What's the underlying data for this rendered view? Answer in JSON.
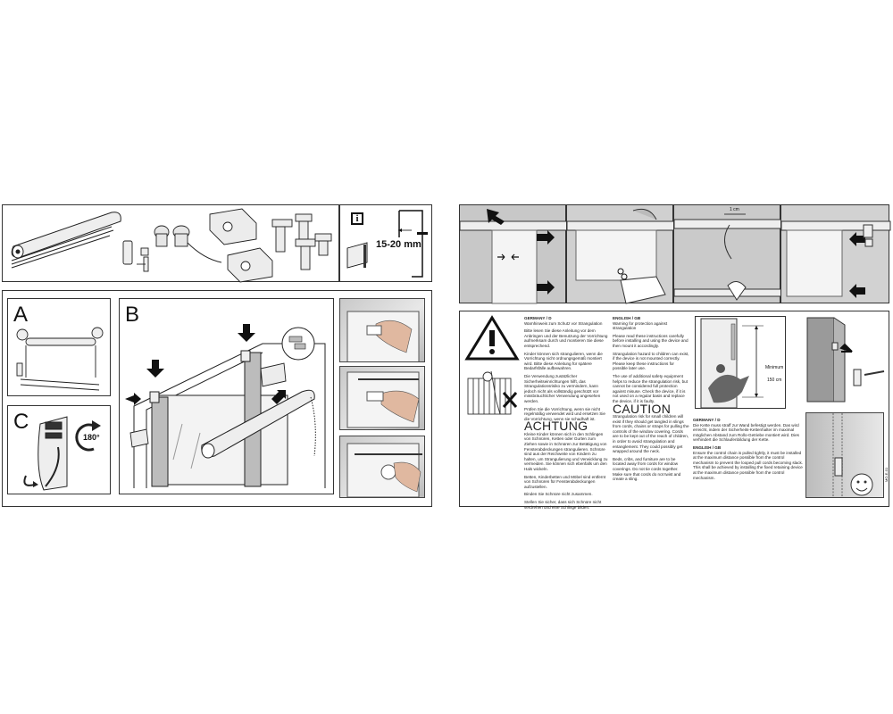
{
  "info_box": {
    "icon": "info-icon",
    "measure": "15-20 mm"
  },
  "panels": {
    "a": "A",
    "b": "B",
    "c": "C"
  },
  "rotation": "180°",
  "strip_label": "1 cm",
  "minimum": {
    "label": "Minimum",
    "value": "150 cm"
  },
  "german": {
    "header": "GERMANY / D",
    "subheader": "Warnhinweis zum Schutz vor Strangulation",
    "paragraphs": [
      "Bitte lesen Sie diese Anleitung vor dem Anbringen und der Benutzung der Vorrichtung aufmerksam durch und montieren Sie diese entsprechend.",
      "Kinder können sich strangulieren, wenn die Vorrichtung nicht ordnungsgemäß montiert wird. Bitte diese Anleitung für spätere Bedarfsfälle aufbewahren.",
      "Die Verwendung zusätzlicher Sicherheitseinrichtungen hilft, das Strangulationsrisiko zu vermindern, kann jedoch nicht als vollständig geschützt vor missbräuchlicher Verwendung angesehen werden.",
      "Prüfen Sie die Vorrichtung, wenn sie nicht regelmäßig verwendet wird und ersetzen Sie die Vorrichtung, wenn sie schadhaft ist."
    ],
    "title": "ACHTUNG",
    "body": [
      "Kleine Kinder können sich in den Schlingen von Schnüren, Ketten oder Gurten zum Ziehen sowie in Schnüren zur Betätigung von Fensterabdeckungen strangulieren. Schnüre sind aus der Reichweite von Kindern zu halten, um Strangulierung und Verwicklung zu vermeiden. Sie können sich ebenfalls um den Hals wickeln.",
      "Betten, Kinderbetten und Möbel sind entfernt von Schnüren für Fensterabdeckungen aufzustellen.",
      "Binden Sie Schnüre nicht zusammen.",
      "Stellen Sie sicher, dass sich Schnüre nicht verdrehen und eine Schlinge bilden."
    ]
  },
  "english": {
    "header": "ENGLISH / GB",
    "subheader": "Warning for protection against strangulation",
    "paragraphs": [
      "Please read these instructions carefully before installing and using the device and then mount it accordingly.",
      "Strangulation hazard to children can exist, if the device is not mounted correctly. Please keep these instructions for possible later use.",
      "The use of additional safety equipment helps to reduce the strangulation risk, but cannot be considered full protection against misuse. Check the device, if it is not used on a regular basis and replace the device, if it is faulty."
    ],
    "title": "CAUTION",
    "body": [
      "Strangulation risk for small children will exist if they should get tangled in slings from cords, chains or straps for pulling the controls of the window covering. Cords are to be kept out of the reach of children, in order to avoid strangulation and entanglement. They could possibly get wrapped around the neck.",
      "Beds, cribs, and furniture are to be located away from cords for window coverings. Do not tie cords together. Make sure that cords do not twist and create a sling."
    ]
  },
  "chain_de": {
    "header": "GERMANY / D",
    "text": "Die Kette muss straff zur Wand befestigt werden. Das wird erreicht, indem der Sicherheits-Kettenhalter im maximal möglichen Abstand zum Rollo-Getriebe montiert wird. Dies verhindert die Schlaufenbildung der Kette."
  },
  "chain_en": {
    "header": "ENGLISH / GB",
    "text": "Ensure the control chain is pulled tightly, it must be installed at the maximum distance possible from the control mechanism to prevent the looped pull cords becoming slack. This shall be achieved by installing the fixed retaining device at the maximum distance possible from the control mechanism."
  },
  "code": "MO-E-01"
}
